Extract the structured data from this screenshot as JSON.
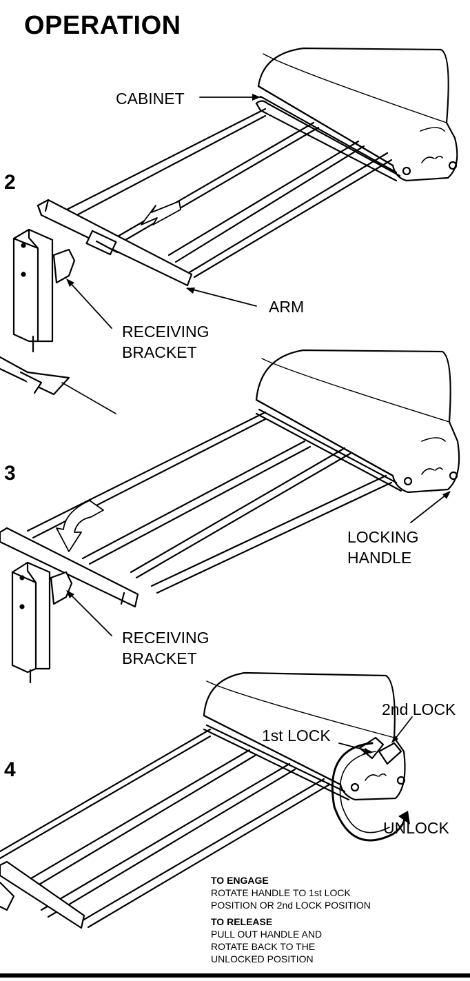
{
  "title": "OPERATION",
  "steps": [
    {
      "number": "2",
      "labels": {
        "cabinet": "CABINET",
        "arm": "ARM",
        "receiving_bracket": [
          "RECEIVING",
          "BRACKET"
        ]
      }
    },
    {
      "number": "3",
      "labels": {
        "locking_handle": [
          "LOCKING",
          "HANDLE"
        ],
        "receiving_bracket": [
          "RECEIVING",
          "BRACKET"
        ]
      }
    },
    {
      "number": "4",
      "labels": {
        "first_lock": "1st LOCK",
        "second_lock": "2nd LOCK",
        "unlock": "UNLOCK"
      }
    }
  ],
  "instructions": [
    {
      "heading": "TO ENGAGE",
      "lines": [
        "ROTATE HANDLE TO 1st LOCK",
        "POSITION OR 2nd LOCK POSITION"
      ]
    },
    {
      "heading": "TO RELEASE",
      "lines": [
        "PULL OUT HANDLE AND",
        "ROTATE BACK TO THE",
        "UNLOCKED POSITION"
      ]
    }
  ]
}
